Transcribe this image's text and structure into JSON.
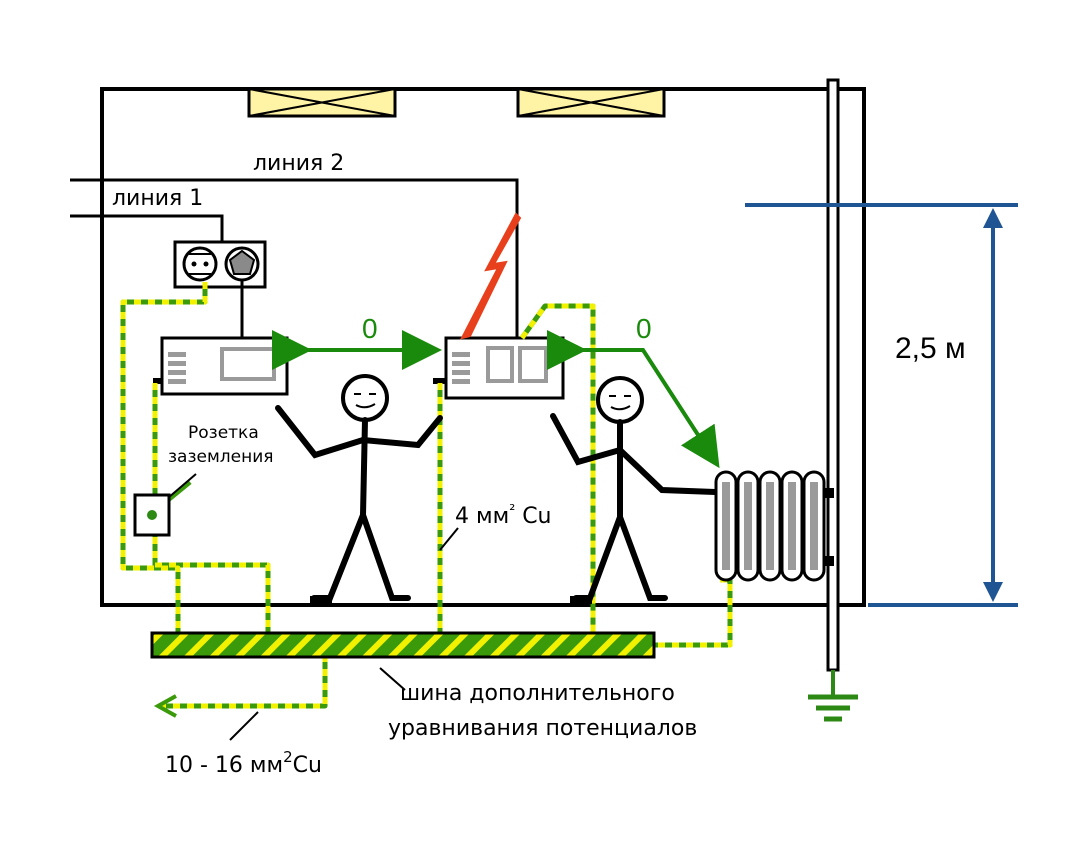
{
  "labels": {
    "line1": "линия 1",
    "line2": "линия 2",
    "socket_line1": "Розетка",
    "socket_line2": "заземления",
    "wire_small_a": "4 мм",
    "wire_small_sup": "²",
    "wire_small_b": " Cu",
    "bus_line1": "шина дополнительного",
    "bus_line2": "уравнивания потенциалов",
    "wire_big_a": "10 - 16 мм",
    "wire_big_sup": "2",
    "wire_big_b": "Cu",
    "potential_left": "0",
    "potential_right": "0",
    "height": "2,5 м"
  },
  "colors": {
    "wire": "#000000",
    "pe_green": "#3a9a0a",
    "pe_yellow": "#f2f200",
    "arrow_green": "#1a8a0c",
    "dimension_blue": "#1f5592",
    "lightning": "#e8401c",
    "equipment_gray": "#9a9a9a",
    "light_fixture": "#fff3a6",
    "ground_green": "#2c8a14"
  },
  "icons": [
    "light-fixture-icon",
    "socket-icon",
    "plug-icon",
    "equipment-icon",
    "radiator-icon",
    "person-icon",
    "ground-symbol-icon",
    "lightning-icon",
    "arrow-icon"
  ]
}
